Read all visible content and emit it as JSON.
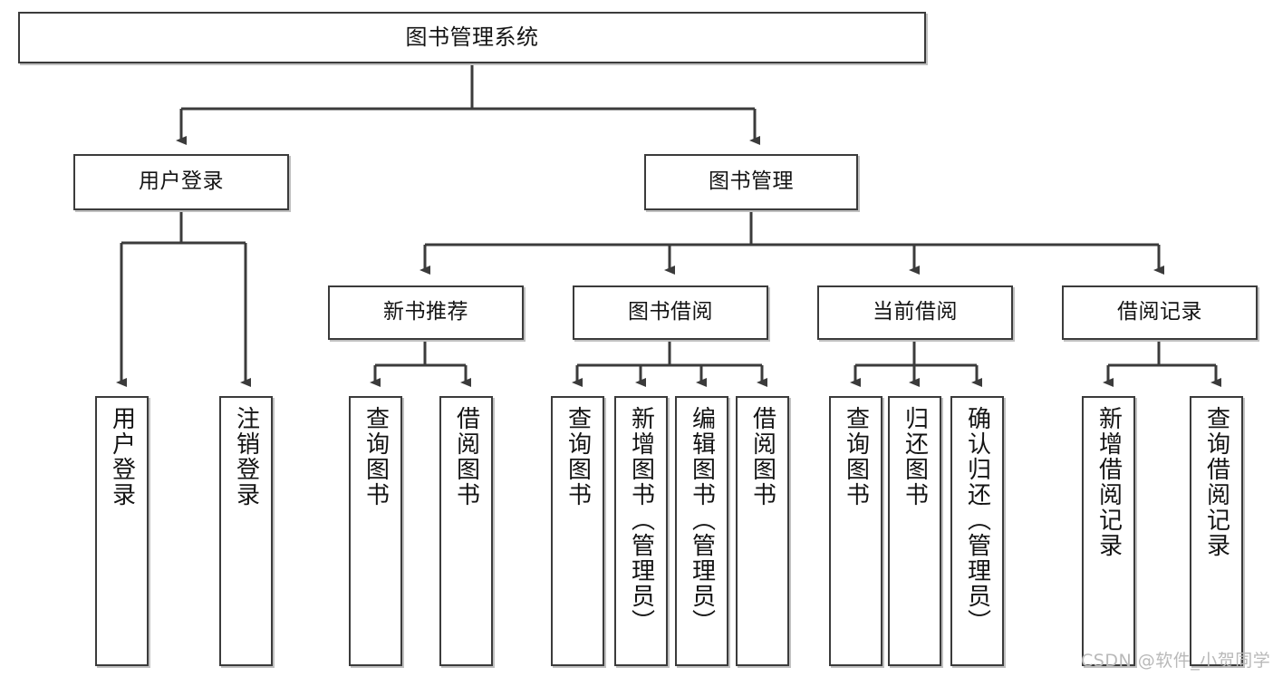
{
  "diagram": {
    "title": "图书管理系统",
    "type": "tree-hierarchy-diagram",
    "watermark": "CSDN @软件_小贺同学",
    "colors": {
      "border": "#3b3b3b",
      "background": "#ffffff",
      "text": "#141414",
      "watermark": "#b9b9b9"
    },
    "nodes": {
      "root": {
        "label": "图书管理系统"
      },
      "level2": [
        {
          "id": "user-login",
          "label": "用户登录"
        },
        {
          "id": "book-management",
          "label": "图书管理"
        }
      ],
      "level3": [
        {
          "id": "new-book-recommend",
          "label": "新书推荐"
        },
        {
          "id": "book-borrow",
          "label": "图书借阅"
        },
        {
          "id": "current-borrow",
          "label": "当前借阅"
        },
        {
          "id": "borrow-record",
          "label": "借阅记录"
        }
      ],
      "leaves": {
        "user_login": [
          {
            "id": "leaf-user-login",
            "label": "用户登录"
          },
          {
            "id": "leaf-logout-login",
            "label": "注销登录"
          }
        ],
        "new_book_recommend": [
          {
            "id": "leaf-query-book-1",
            "label": "查询图书"
          },
          {
            "id": "leaf-borrow-book-1",
            "label": "借阅图书"
          }
        ],
        "book_borrow": [
          {
            "id": "leaf-query-book-2",
            "label": "查询图书"
          },
          {
            "id": "leaf-add-book",
            "label": "新增图书（管理员）"
          },
          {
            "id": "leaf-edit-book",
            "label": "编辑图书（管理员）"
          },
          {
            "id": "leaf-borrow-book-2",
            "label": "借阅图书"
          }
        ],
        "current_borrow": [
          {
            "id": "leaf-query-book-3",
            "label": "查询图书"
          },
          {
            "id": "leaf-return-book",
            "label": "归还图书"
          },
          {
            "id": "leaf-confirm-return",
            "label": "确认归还（管理员）"
          }
        ],
        "borrow_record": [
          {
            "id": "leaf-add-record",
            "label": "新增借阅记录"
          },
          {
            "id": "leaf-query-record",
            "label": "查询借阅记录"
          }
        ]
      }
    }
  }
}
